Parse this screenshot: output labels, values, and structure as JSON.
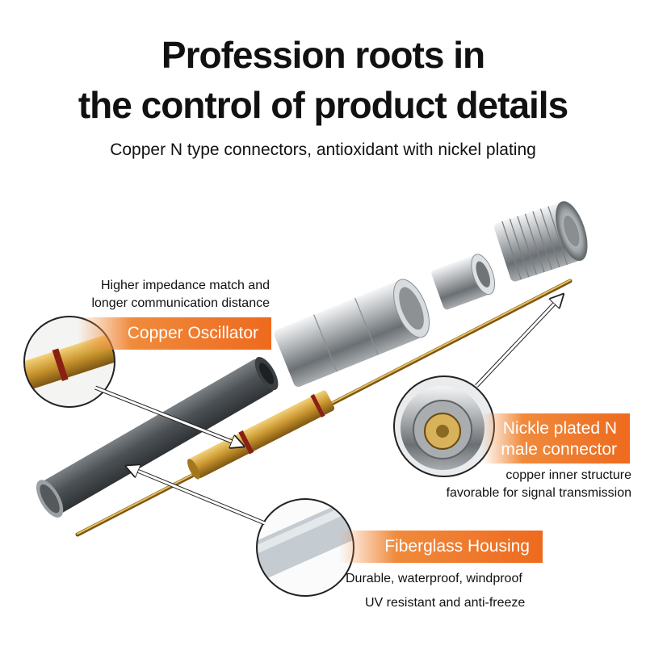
{
  "header": {
    "title_line1": "Profession roots in",
    "title_line2": "the control of product details",
    "subtitle": "Copper N type connectors, antioxidant with nickel plating"
  },
  "callouts": {
    "copper": {
      "label": "Copper Oscillator",
      "note_line1": "Higher impedance match and",
      "note_line2": "longer communication distance"
    },
    "connector": {
      "label_line1": "Nickle plated N",
      "label_line2": "male connector",
      "note_line1": "copper inner structure",
      "note_line2": "favorable for signal transmission"
    },
    "housing": {
      "label": "Fiberglass Housing",
      "note_line1": "Durable, waterproof, windproof",
      "note_line2": "UV resistant and anti-freeze"
    }
  },
  "colors": {
    "accent": "#ee6a1e",
    "copper": "#c9952e",
    "housing": "#5b6064",
    "steel": "#b8bcbf"
  }
}
